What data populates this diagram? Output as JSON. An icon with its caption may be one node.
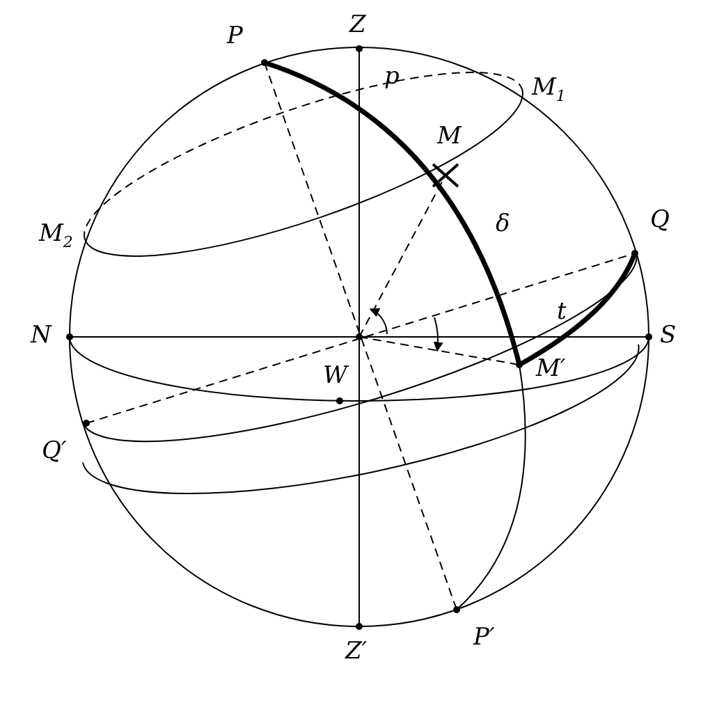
{
  "diagram": {
    "labels": [
      "P",
      "Z",
      "p",
      "M$_{1}$",
      "M",
      "M$_{2}$",
      "δ",
      "Q",
      "N",
      "S",
      "t",
      "W",
      "M′",
      "Q′",
      "Z′",
      "P′"
    ]
  }
}
